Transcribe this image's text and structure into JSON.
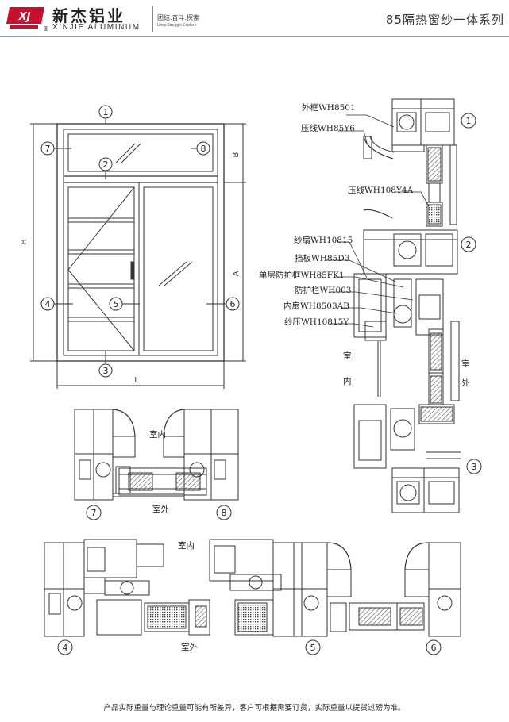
{
  "header": {
    "logo_mark": "XJ",
    "brand_cn": "新杰铝业",
    "brand_en": "XINJIE ALUMINUM",
    "registered": "®",
    "slogan_cn": "团结.奋斗.探索",
    "slogan_en": "Unity.Struggle.Explore",
    "series_title": "85隔热窗纱一体系列"
  },
  "elevation": {
    "markers": [
      "1",
      "2",
      "3",
      "4",
      "5",
      "6",
      "7",
      "8"
    ],
    "dim_labels": {
      "height_total": "H",
      "height_lower": "A",
      "height_upper": "B",
      "width": "L"
    }
  },
  "section_labels": {
    "frame": "外框WH8501",
    "glazing_bead_top": "压线WH85Y6",
    "glazing_bead_mid": "压线WH108Y4A",
    "screen_sash": "纱扇WH10815",
    "stop_plate": "挡板WH85D3",
    "guard_frame": "单层防护框WH85FK1",
    "guard_bar": "防护栏WH003",
    "inner_sash": "内扇WH8503AB",
    "screen_bead": "纱压WH10815Y"
  },
  "room_labels": {
    "indoor_char1": "室",
    "indoor_char2": "内",
    "outdoor_char1": "室",
    "outdoor_char2": "外",
    "indoor": "室内",
    "outdoor": "室外"
  },
  "footer": {
    "note": "产品实际重量与理论重量可能有所差异，客户可根据需要订货，实际重量以提货过磅为准。"
  },
  "colors": {
    "line": "#333333",
    "hatch": "#555555",
    "rule": "#999999",
    "logo_red": "#c8102e"
  }
}
